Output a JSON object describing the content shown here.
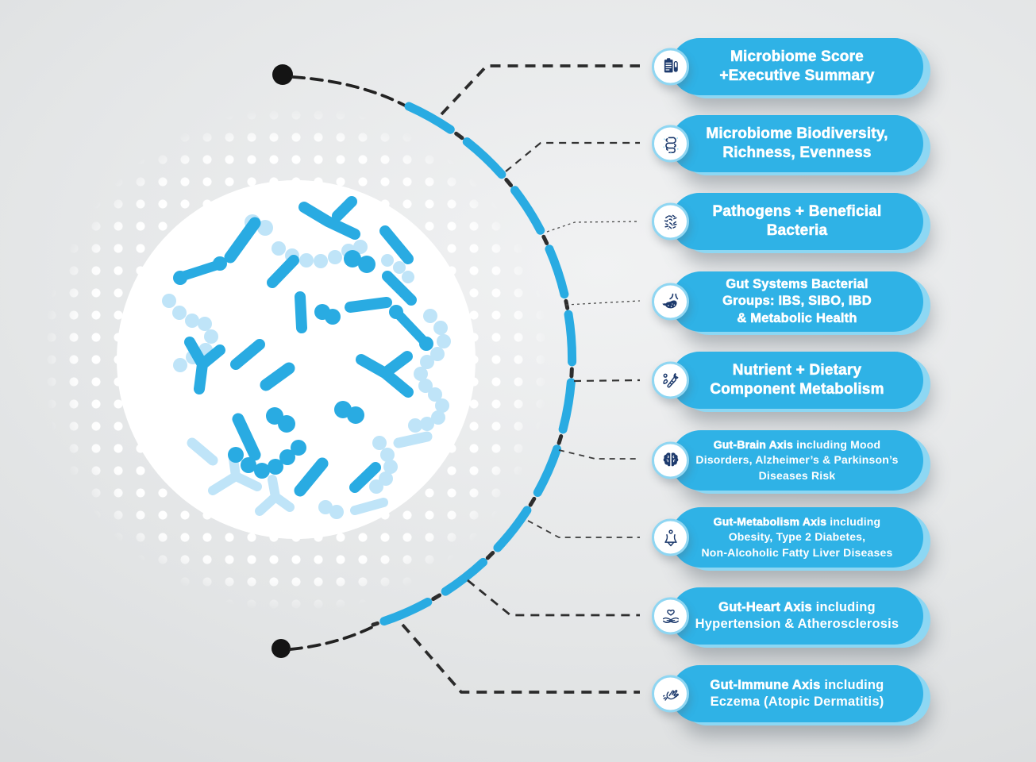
{
  "colors": {
    "pill_blue": "#2FB2E6",
    "pill_offset_shadow_blue": "#8DD7F3",
    "icon_ring_blue": "#8FD6F2",
    "icon_navy": "#1D3A6D",
    "arc_dash_blue": "#29ABE2",
    "connector_dark": "#2B2B2B",
    "bacteria_medium_blue": "#29ABE2",
    "bacteria_light_blue": "#BFE4F8",
    "background_gray": "#DFE1E2",
    "pill_text": "#FFFFFF"
  },
  "center": {
    "illustration": "gut-microbiome-bacteria-circle"
  },
  "pills": [
    {
      "icon": "report-clipboard-icon",
      "lines": [
        [
          {
            "t": "Microbiome Score",
            "h": true
          }
        ],
        [
          {
            "t": "+Executive Summary",
            "h": true
          }
        ]
      ]
    },
    {
      "icon": "intestine-icon",
      "lines": [
        [
          {
            "t": "Microbiome Biodiversity,",
            "h": true
          }
        ],
        [
          {
            "t": "Richness, Evenness",
            "h": true
          }
        ]
      ]
    },
    {
      "icon": "bacteria-icon",
      "lines": [
        [
          {
            "t": "Pathogens + Beneficial",
            "h": true
          }
        ],
        [
          {
            "t": "Bacteria",
            "h": true
          }
        ]
      ]
    },
    {
      "icon": "stomach-icon",
      "lines": [
        [
          {
            "t": "Gut Systems Bacterial",
            "h": true
          }
        ],
        [
          {
            "t": "Groups: IBS, SIBO, IBD",
            "h": true
          }
        ],
        [
          {
            "t": "& Metabolic Health",
            "h": true
          }
        ]
      ]
    },
    {
      "icon": "vegetables-icon",
      "lines": [
        [
          {
            "t": "Nutrient + Dietary",
            "h": true
          }
        ],
        [
          {
            "t": "Component Metabolism",
            "h": true
          }
        ]
      ]
    },
    {
      "icon": "brain-icon",
      "lines": [
        [
          {
            "t": "Gut-Brain Axis",
            "h": true
          },
          {
            "t": " including Mood",
            "h": false
          }
        ],
        [
          {
            "t": "Disorders, Alzheimer’s & Parkinson’s",
            "h": false
          }
        ],
        [
          {
            "t": "Diseases Risk",
            "h": false
          }
        ]
      ]
    },
    {
      "icon": "body-metabolism-icon",
      "lines": [
        [
          {
            "t": "Gut-Metabolism Axis",
            "h": true
          },
          {
            "t": " including",
            "h": false
          }
        ],
        [
          {
            "t": "Obesity, Type 2 Diabetes,",
            "h": false
          }
        ],
        [
          {
            "t": "Non-Alcoholic Fatty Liver Diseases",
            "h": false
          }
        ]
      ]
    },
    {
      "icon": "hands-heart-icon",
      "lines": [
        [
          {
            "t": "Gut-Heart Axis",
            "h": true
          },
          {
            "t": " including",
            "h": false
          }
        ],
        [
          {
            "t": "Hypertension & Atherosclerosis",
            "h": false
          }
        ]
      ]
    },
    {
      "icon": "hand-eczema-icon",
      "lines": [
        [
          {
            "t": "Gut-Immune Axis",
            "h": true
          },
          {
            "t": " including",
            "h": false
          }
        ],
        [
          {
            "t": "Eczema (Atopic Dermatitis)",
            "h": false
          }
        ]
      ]
    }
  ]
}
